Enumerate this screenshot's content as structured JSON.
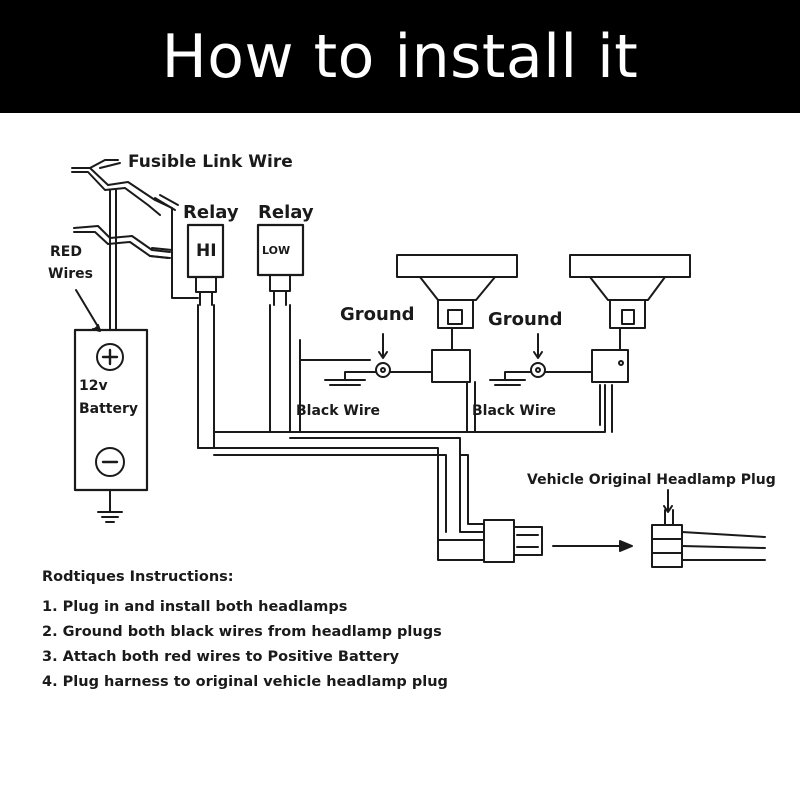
{
  "header": {
    "title": "How to install it"
  },
  "labels": {
    "fusible_link": "Fusible Link Wire",
    "red_wires_1": "RED",
    "red_wires_2": "Wires",
    "relay_1": "Relay",
    "relay_2": "Relay",
    "relay_hi": "HI",
    "relay_low": "LOW",
    "ground_1": "Ground",
    "ground_2": "Ground",
    "battery_1": "12v",
    "battery_2": "Battery",
    "black_wire_1": "Black Wire",
    "black_wire_2": "Black Wire",
    "vehicle_plug": "Vehicle Original Headlamp Plug",
    "battery_plus": "+",
    "battery_minus": "−"
  },
  "instructions": {
    "heading": "Rodtiques Instructions:",
    "steps": [
      "1. Plug in and install both headlamps",
      "2. Ground both black wires from headlamp plugs",
      "3. Attach both red wires to Positive Battery",
      "4. Plug harness to original vehicle headlamp plug"
    ]
  },
  "colors": {
    "banner_bg": "#000000",
    "banner_text": "#ffffff",
    "line": "#1a1a1a"
  }
}
